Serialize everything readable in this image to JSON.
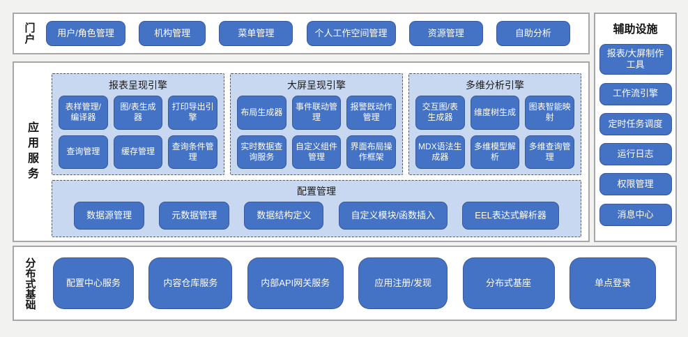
{
  "portal": {
    "label": "门户",
    "items": [
      "用户/角色管理",
      "机构管理",
      "菜单管理",
      "个人工作空间管理",
      "资源管理",
      "自助分析"
    ]
  },
  "app_services": {
    "label": "应用服务",
    "engines": [
      {
        "title": "报表呈现引擎",
        "items": [
          "表样管理/编译器",
          "图/表生成器",
          "打印导出引擎",
          "查询管理",
          "缓存管理",
          "查询条件管理"
        ]
      },
      {
        "title": "大屏呈现引擎",
        "items": [
          "布局生成器",
          "事件联动管理",
          "报警既动作管理",
          "实时数据查询服务",
          "自定义组件管理",
          "界面布局操作框架"
        ]
      },
      {
        "title": "多维分析引擎",
        "items": [
          "交互图/表生成器",
          "维度树生成",
          "图表智能映射",
          "MDX语法生成器",
          "多维模型解析",
          "多维查询管理"
        ]
      }
    ],
    "config": {
      "title": "配置管理",
      "items": [
        "数据源管理",
        "元数据管理",
        "数据结构定义",
        "自定义模块/函数插入",
        "EEL表达式解析器"
      ]
    }
  },
  "auxiliary": {
    "title": "辅助设施",
    "items": [
      "报表/大屏制作工具",
      "工作流引擎",
      "定时任务调度",
      "运行日志",
      "权限管理",
      "消息中心"
    ]
  },
  "foundation": {
    "label": "分布式基础",
    "items": [
      "配置中心服务",
      "内容仓库服务",
      "内部API网关服务",
      "应用注册/发现",
      "分布式基座",
      "单点登录"
    ]
  },
  "colors": {
    "block_blue": "#4472C4",
    "panel_light_blue": "#C9D8F1",
    "section_border_gray": "#A6A6A6",
    "panel_dashed_border": "#595959",
    "text_on_blue": "#FFFFFF"
  }
}
